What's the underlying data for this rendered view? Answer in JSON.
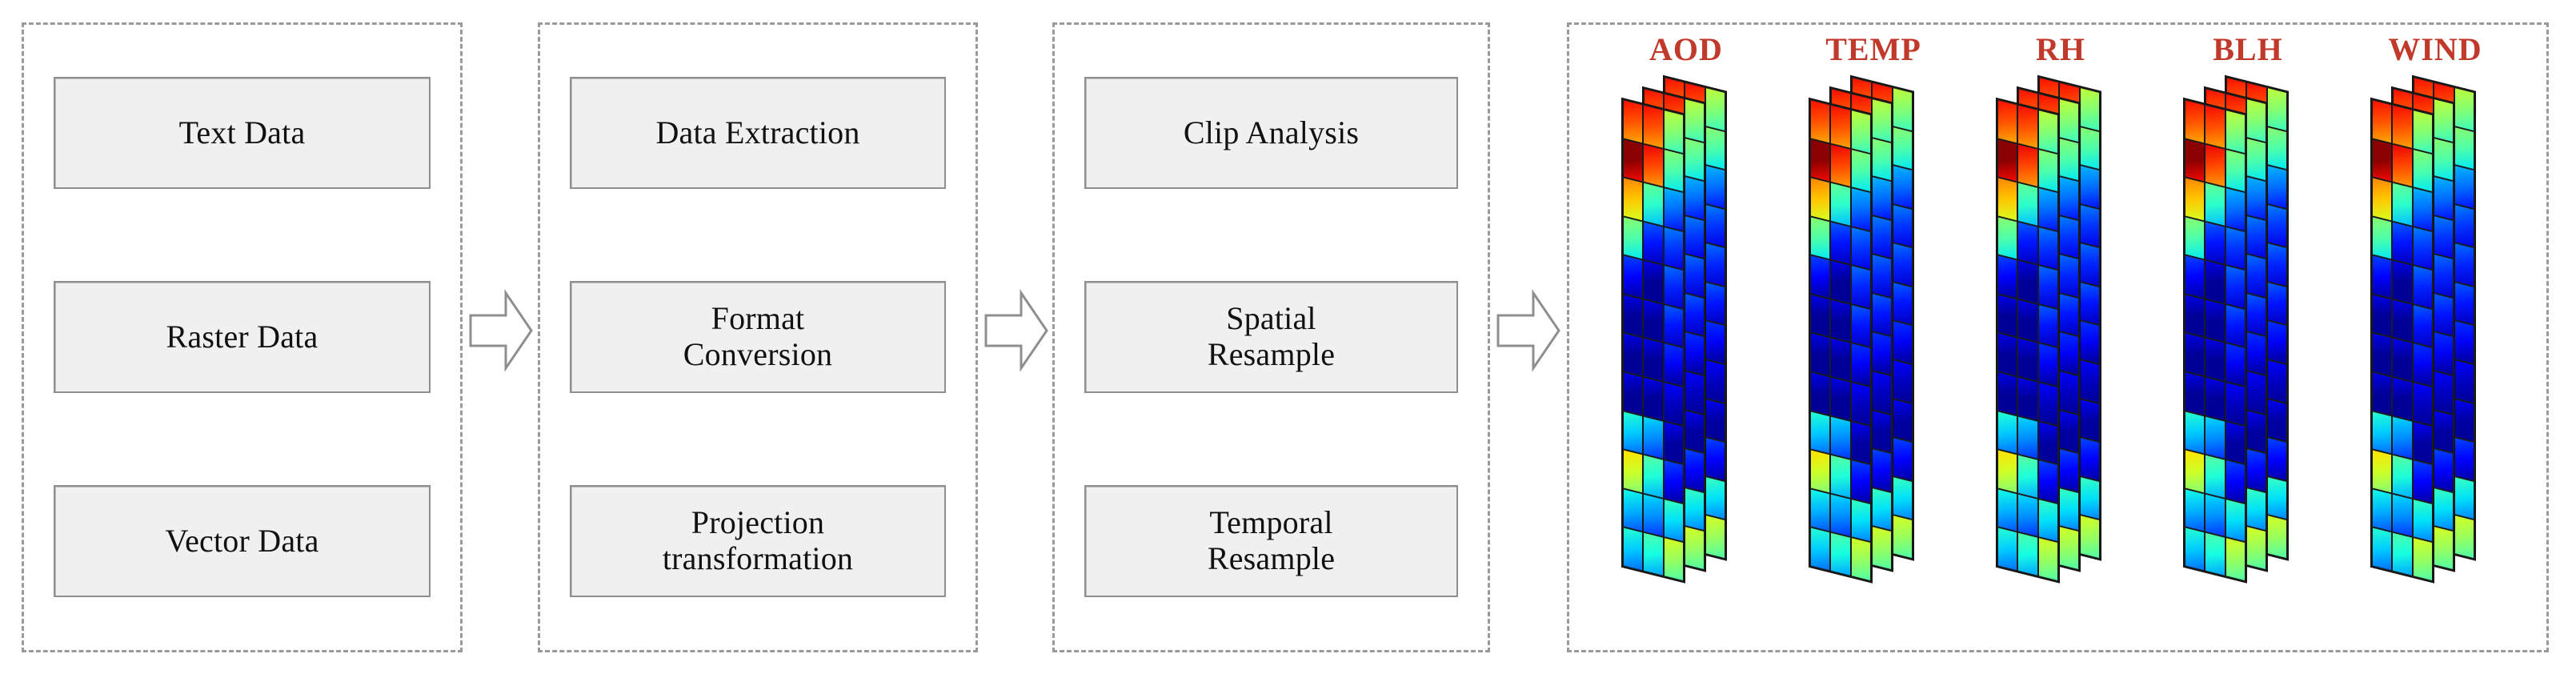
{
  "diagram": {
    "type": "data-processing-pipeline-flowchart",
    "orientation": "left-to-right",
    "stages": [
      {
        "id": "data-sources",
        "nodes": [
          {
            "label": "Text Data"
          },
          {
            "label": "Raster Data"
          },
          {
            "label": "Vector Data"
          }
        ]
      },
      {
        "id": "preprocessing",
        "nodes": [
          {
            "label": "Data Extraction"
          },
          {
            "label": "Format\nConversion"
          },
          {
            "label": "Projection\ntransformation"
          }
        ]
      },
      {
        "id": "spatiotemporal-processing",
        "nodes": [
          {
            "label": "Clip Analysis"
          },
          {
            "label": "Spatial\nResample"
          },
          {
            "label": "Temporal\nResample"
          }
        ]
      }
    ],
    "connectors": [
      {
        "name": "arrow-1",
        "icon": "block-arrow-right",
        "from": "data-sources",
        "to": "preprocessing"
      },
      {
        "name": "arrow-2",
        "icon": "block-arrow-right",
        "from": "preprocessing",
        "to": "spatiotemporal-processing"
      },
      {
        "name": "arrow-3",
        "icon": "block-arrow-right",
        "from": "spatiotemporal-processing",
        "to": "output-rasters"
      }
    ],
    "output": {
      "id": "output-rasters",
      "label_color": "#c0392b",
      "colormap": "jet",
      "sheets_per_stack": 3,
      "grid_cols": 3,
      "grid_rows": 12,
      "variables": [
        {
          "label": "AOD"
        },
        {
          "label": "TEMP"
        },
        {
          "label": "RH"
        },
        {
          "label": "BLH"
        },
        {
          "label": "WIND"
        }
      ]
    },
    "style": {
      "panel_border": "#9a9a9a",
      "node_fill": "#f0f0f0",
      "node_border": "#8f8f8f",
      "text_color": "#111111",
      "background": "#ffffff"
    }
  }
}
